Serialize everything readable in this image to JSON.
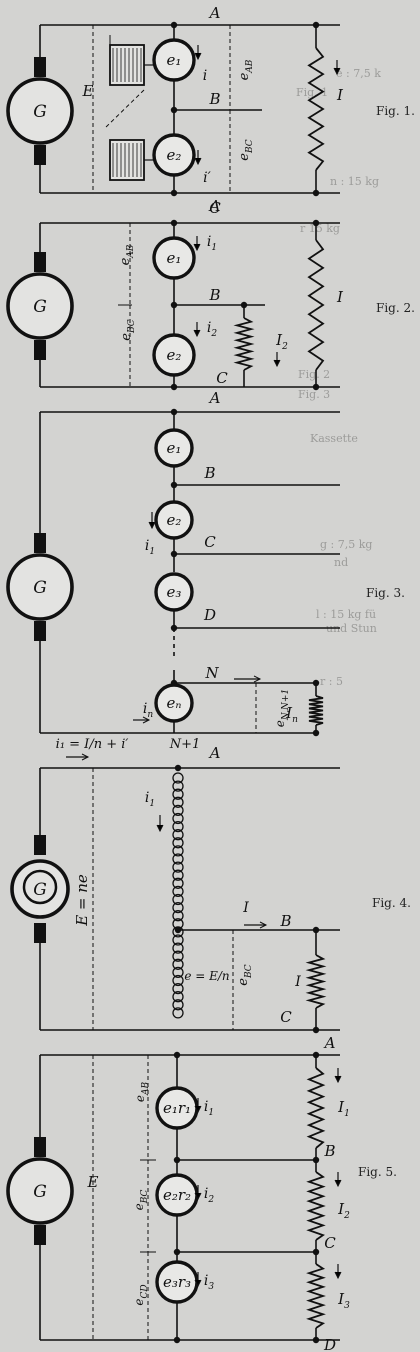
{
  "figures": [
    {
      "id": "fig1",
      "caption": "Fig. 1.",
      "generator": "G",
      "source_voltage": "E",
      "nodes": [
        "A",
        "B",
        "C"
      ],
      "cells": [
        "e₁",
        "e₂"
      ],
      "voltages": [
        "e_AB",
        "e_BC"
      ],
      "currents": [
        "i",
        "i′"
      ],
      "load_current": "I"
    },
    {
      "id": "fig2",
      "caption": "Fig. 2.",
      "generator": "G",
      "nodes": [
        "A",
        "B",
        "C"
      ],
      "cells": [
        "e₁",
        "e₂"
      ],
      "voltages": [
        "e_AB",
        "e_BC"
      ],
      "currents": [
        "i₁",
        "i₂"
      ],
      "load_currents": [
        "I",
        "I₂"
      ]
    },
    {
      "id": "fig3",
      "caption": "Fig. 3.",
      "generator": "G",
      "nodes": [
        "A",
        "B",
        "C",
        "D",
        "N",
        "N+1"
      ],
      "cells": [
        "e₁",
        "e₂",
        "e₃",
        "eₙ"
      ],
      "currents": [
        "i₁",
        "iₙ"
      ],
      "voltage": "e_N,N+1",
      "load_current": "Iₙ"
    },
    {
      "id": "fig4",
      "caption": "Fig. 4.",
      "generator": "G",
      "supply_current": "i₁ = I/n + i′",
      "source_voltage": "E = ne",
      "nodes": [
        "A",
        "B",
        "C"
      ],
      "coil_current": "i₁",
      "coil_voltage": "e = E/n",
      "voltage": "e_BC",
      "load_currents": [
        "I",
        "I"
      ]
    },
    {
      "id": "fig5",
      "caption": "Fig. 5.",
      "generator": "G",
      "source_voltage": "E",
      "nodes": [
        "A",
        "B",
        "C",
        "D"
      ],
      "cells": [
        "e₁r₁",
        "e₂r₂",
        "e₃r₃"
      ],
      "voltages": [
        "e_AB",
        "e_BC",
        "e_CD"
      ],
      "currents": [
        "i₁",
        "i₂",
        "i₃"
      ],
      "load_currents": [
        "I₁",
        "I₂",
        "I₃"
      ]
    }
  ],
  "bleed_through_text": [
    "e : 7,5 k",
    "n : 15 kg",
    "r 15 kg",
    "Kassette",
    "g : 7,5 kg",
    "nd",
    "l : 15 kg fü",
    "und Stun",
    "r : 5",
    "Fig. 1",
    "Fig. 2",
    "Fig. 3"
  ],
  "colors": {
    "paper": "#d3d3d1",
    "ink": "#111111",
    "ghost": "#6f6f6d"
  }
}
